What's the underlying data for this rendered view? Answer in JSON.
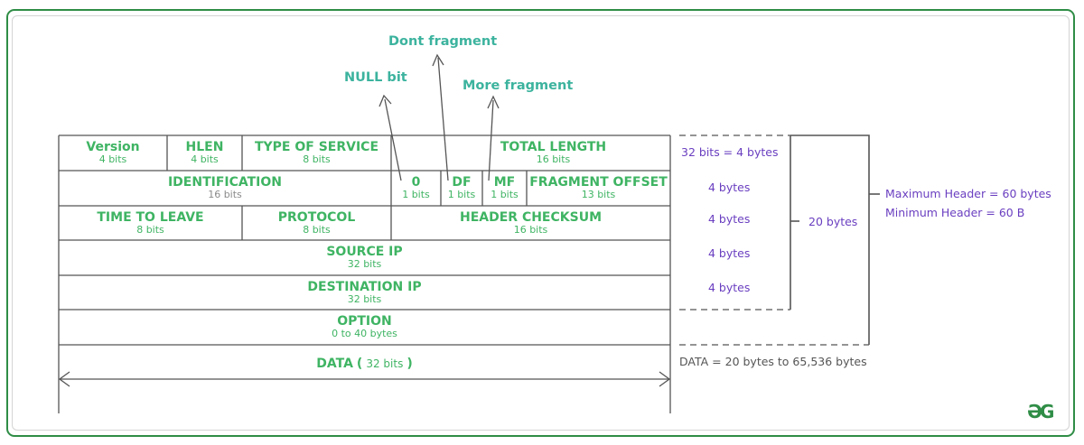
{
  "labels": {
    "dont_fragment": "Dont fragment",
    "null_bit": "NULL bit",
    "more_fragment": "More fragment"
  },
  "rows": {
    "r1": {
      "version": {
        "name": "Version",
        "bits": "4 bits"
      },
      "hlen": {
        "name": "HLEN",
        "bits": "4 bits"
      },
      "tos": {
        "name": "TYPE OF SERVICE",
        "bits": "8 bits"
      },
      "total_length": {
        "name": "TOTAL LENGTH",
        "bits": "16 bits"
      }
    },
    "r2": {
      "identification": {
        "name": "IDENTIFICATION",
        "bits": "16 bits"
      },
      "zero": {
        "name": "0",
        "bits": "1 bits"
      },
      "df": {
        "name": "DF",
        "bits": "1 bits"
      },
      "mf": {
        "name": "MF",
        "bits": "1 bits"
      },
      "fragment_offset": {
        "name": "FRAGMENT OFFSET",
        "bits": "13 bits"
      }
    },
    "r3": {
      "ttl": {
        "name": "TIME TO LEAVE",
        "bits": "8 bits"
      },
      "protocol": {
        "name": "PROTOCOL",
        "bits": "8 bits"
      },
      "checksum": {
        "name": "HEADER CHECKSUM",
        "bits": "16 bits"
      }
    },
    "r4": {
      "name": "SOURCE IP",
      "bits": "32 bits"
    },
    "r5": {
      "name": "DESTINATION IP",
      "bits": "32 bits"
    },
    "r6": {
      "name": "OPTION",
      "bits": "0 to 40 bytes"
    },
    "r7": {
      "name": "DATA",
      "paren_open": "(",
      "bits": "32 bits",
      "paren_close": ")"
    }
  },
  "right": {
    "row1": "32 bits = 4 bytes",
    "row2": "4 bytes",
    "row3": "4 bytes",
    "row4": "4 bytes",
    "row5": "4 bytes",
    "twenty": "20 bytes",
    "max_header": "Maximum Header = 60 bytes",
    "min_header": "Minimum Header = 60 B",
    "data_range": "DATA = 20 bytes to 65,536 bytes"
  },
  "logo": "ƏG",
  "colors": {
    "field_green": "#3fb463",
    "label_teal": "#3cb39e",
    "purple": "#6a3fc0",
    "frame_green": "#2f8d46",
    "line_gray": "#555555"
  }
}
